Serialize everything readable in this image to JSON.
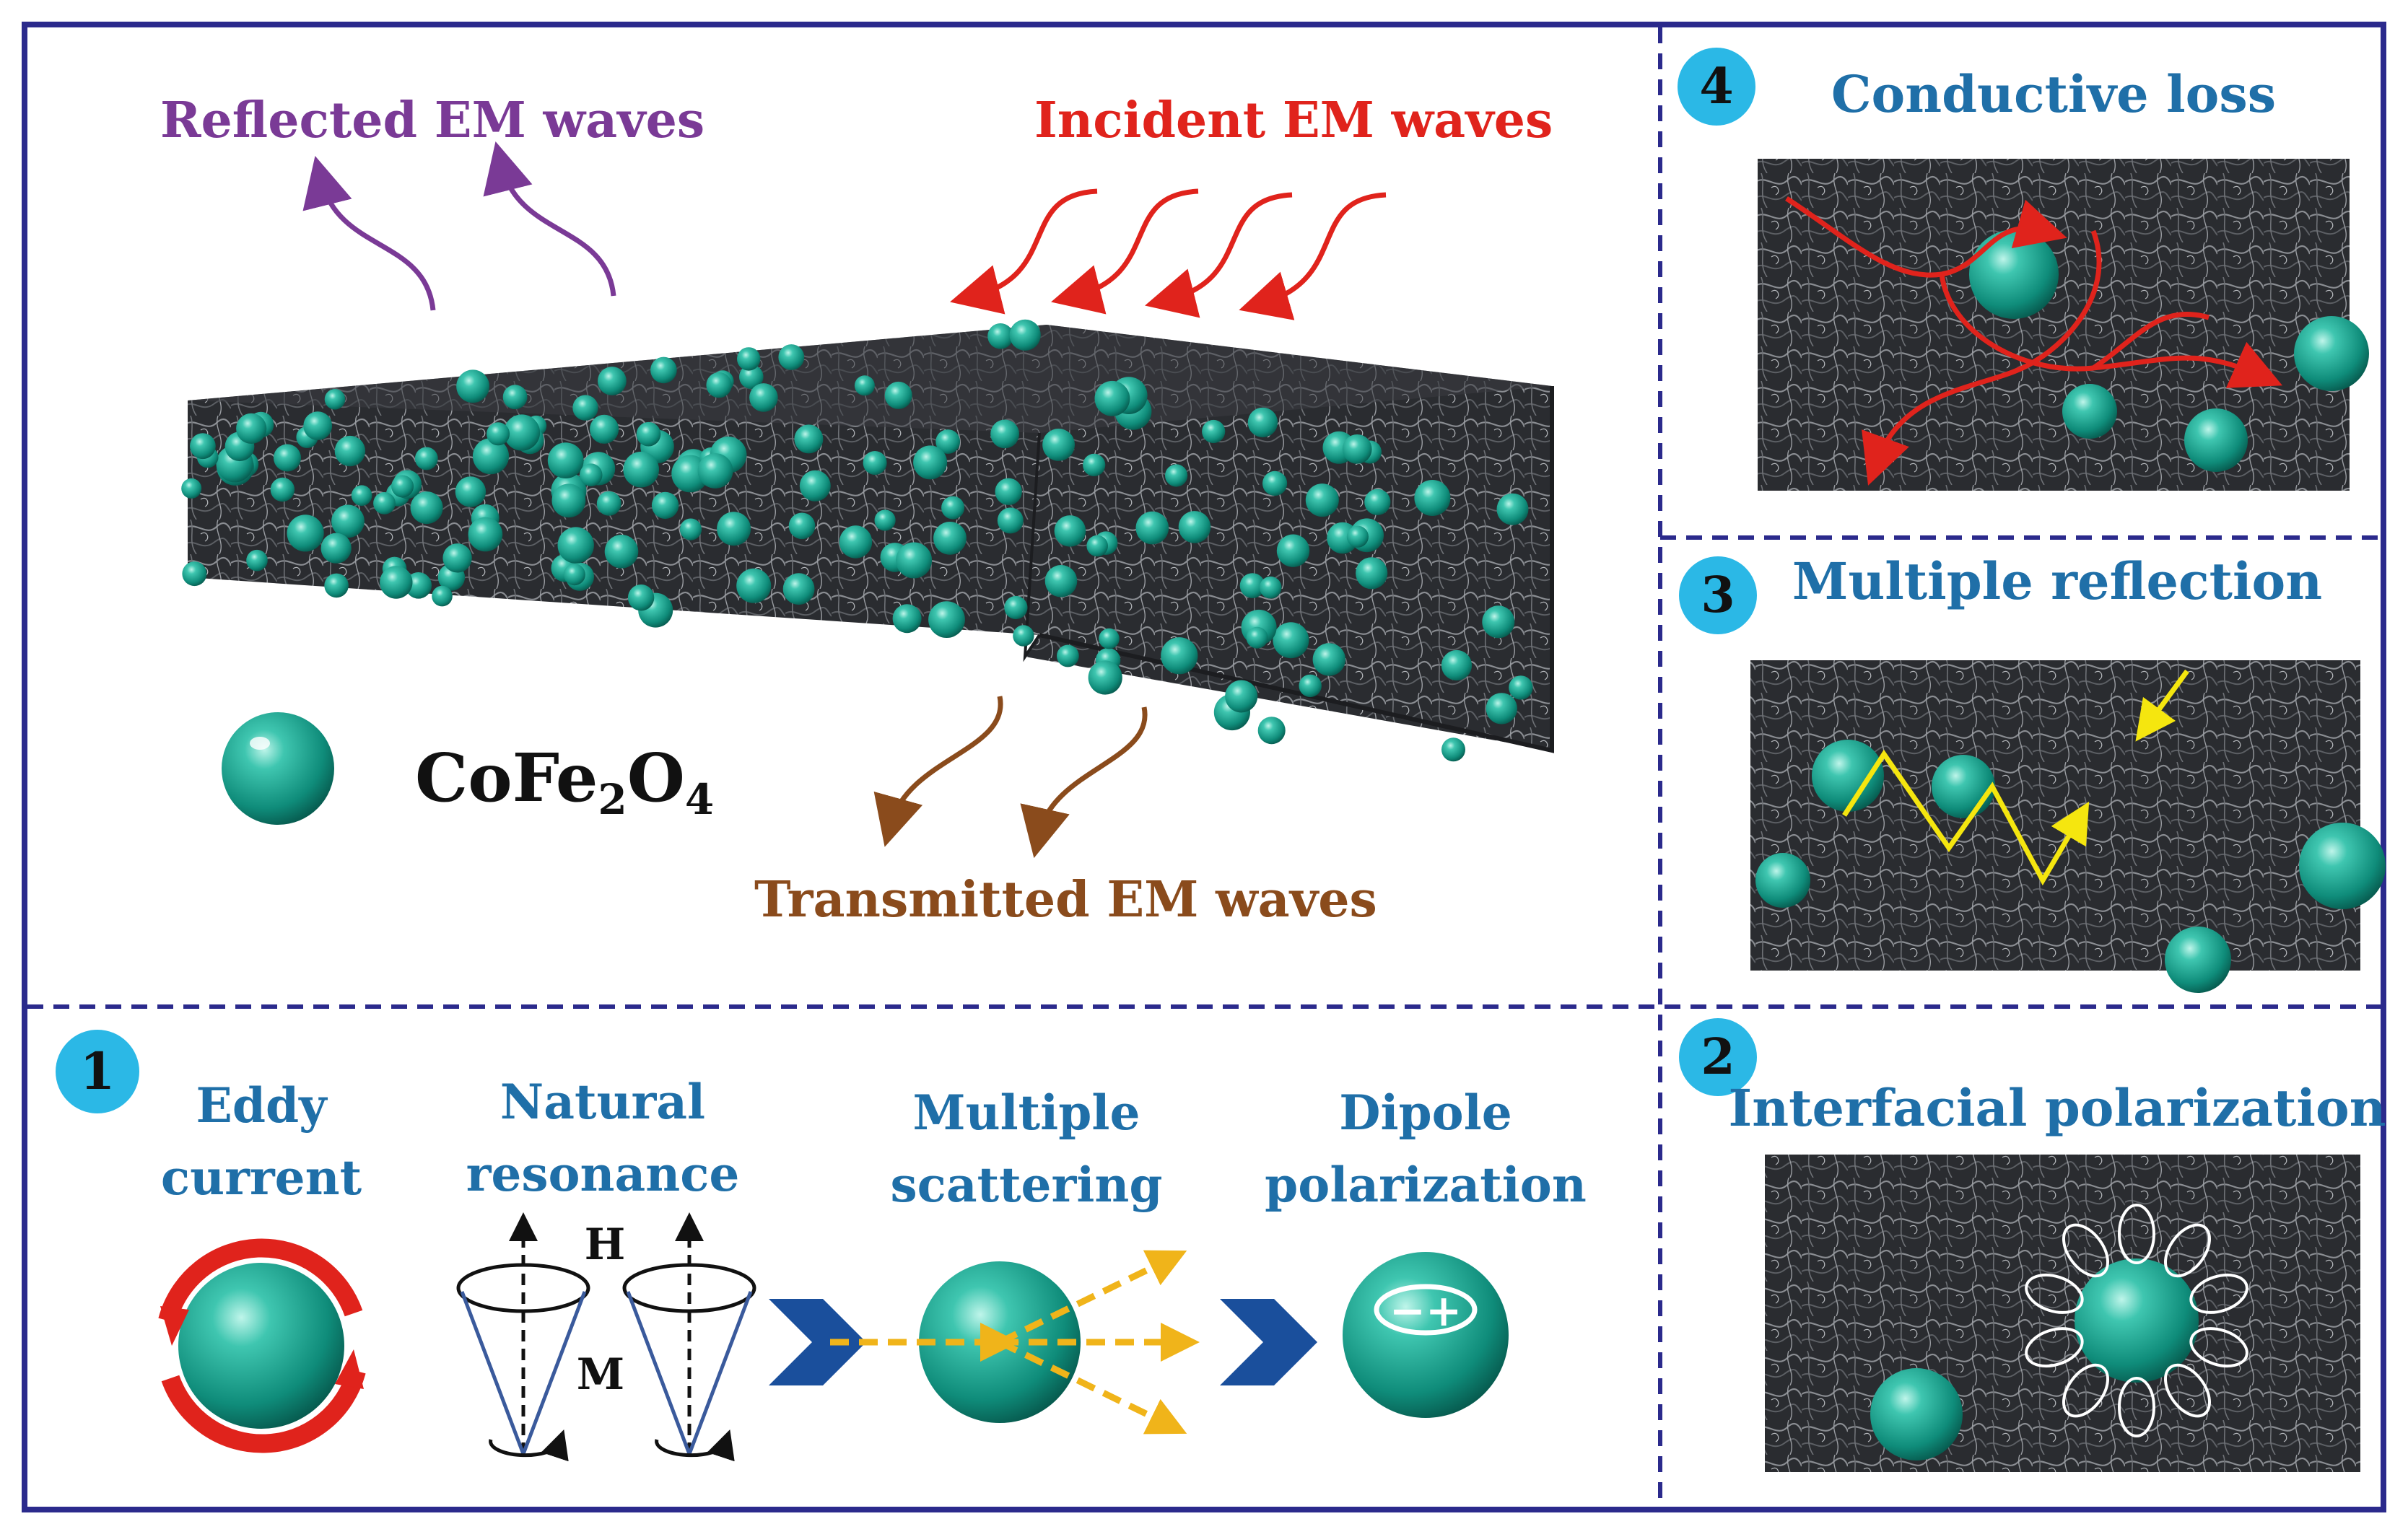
{
  "main_panel": {
    "reflected_label": "Reflected EM waves",
    "incident_label": "Incident EM waves",
    "transmitted_label": "Transmitted EM waves",
    "legend": {
      "base": "CoFe",
      "sub1": "2",
      "mid": "O",
      "sub2": "4"
    }
  },
  "panels": [
    {
      "number": "4",
      "title": "Conductive loss"
    },
    {
      "number": "3",
      "title": "Multiple reflection"
    },
    {
      "number": "2",
      "title": "Interfacial polarization"
    },
    {
      "number": "1",
      "title": ""
    }
  ],
  "mechanisms": [
    {
      "line1": "Eddy",
      "line2": "current"
    },
    {
      "line1": "Natural",
      "line2": "resonance"
    },
    {
      "line1": "Multiple",
      "line2": "scattering"
    },
    {
      "line1": "Dipole",
      "line2": "polarization"
    }
  ],
  "resonance_labels": {
    "h": "H",
    "m": "M"
  },
  "dipole_sign": "−+",
  "colors": {
    "frame": "#2b2a8c",
    "title_blue": "#1f6fa8",
    "reflected": "#7a3a96",
    "incident": "#e0231c",
    "transmitted": "#8a4b1c",
    "particle": "#1fa18f",
    "badge": "#2bb8e6",
    "arrow_blue": "#1a4f9c",
    "yellow": "#f5e60f",
    "scatter": "#f0b41a"
  }
}
